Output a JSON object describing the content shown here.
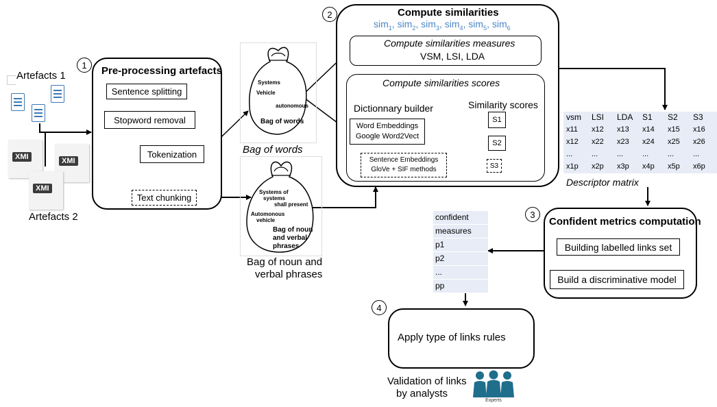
{
  "artefacts": {
    "a1": "Artefacts 1",
    "a2": "Artefacts 2",
    "xmi": "XMI"
  },
  "steps": {
    "s1": "1",
    "s2": "2",
    "s3": "3",
    "s4": "4"
  },
  "preprocessing": {
    "title": "Pre-processing artefacts",
    "sentence": "Sentence splitting",
    "stopword": "Stopword removal",
    "tokenization": "Tokenization",
    "chunking": "Text chunking"
  },
  "bag_words": {
    "caption": "Bag of words",
    "w1": "Systems",
    "w2": "Vehicle",
    "w3": "autonomous",
    "w4": "Bag of words"
  },
  "bag_phrases": {
    "caption1": "Bag of noun and",
    "caption2": "verbal phrases",
    "w1": "Systems of",
    "w2": "systems",
    "w3": "shall present",
    "w4": "Automonous",
    "w5": "vehicle",
    "w6": "Bag of noun",
    "w7": "and verbal",
    "w8": "phrases"
  },
  "compute": {
    "title": "Compute similarities",
    "sims": [
      "sim",
      "1",
      ", sim",
      "2",
      ", sim",
      "3",
      ", sim",
      "4",
      ", sim",
      "5",
      ", sim",
      "6"
    ],
    "measures_title": "Compute similarities measures",
    "measures": "VSM, LSI, LDA",
    "scores_title": "Compute similarities scores",
    "dict": "Dictionnary builder",
    "simscores": "Similarity scores",
    "we1": "Word Embeddings",
    "we2": "Google Word2Vect",
    "se1": "Sentence Embeddings",
    "se2": "GloVe + SIF methods",
    "s1": "S1",
    "s2": "S2",
    "s3": "S3"
  },
  "matrix": {
    "caption": "Descriptor matrix",
    "header": [
      "vsm",
      "LSI",
      "LDA",
      "S1",
      "S2",
      "S3"
    ],
    "rows": [
      [
        "x11",
        "x12",
        "x13",
        "x14",
        "x15",
        "x16"
      ],
      [
        "x12",
        "x22",
        "x23",
        "x24",
        "x25",
        "x26"
      ],
      [
        "...",
        "...",
        "...",
        "...",
        "...",
        "..."
      ],
      [
        "x1p",
        "x2p",
        "x3p",
        "x4p",
        "x5p",
        "x6p"
      ]
    ]
  },
  "confident": {
    "title": "Confident metrics computation",
    "build": "Building labelled links set",
    "model": "Build a discriminative model"
  },
  "measures_list": [
    "confident",
    "measures",
    "p1",
    "p2",
    "...",
    "pp"
  ],
  "apply": "Apply type of links rules",
  "validation": {
    "l1": "Validation of links",
    "l2": "by analysts",
    "experts": "Experts"
  },
  "colors": {
    "accent": "#4a86c5",
    "doc": "#3a78b5",
    "matrix_bg": "#e7ecf6",
    "experts": "#1f6e8c"
  }
}
